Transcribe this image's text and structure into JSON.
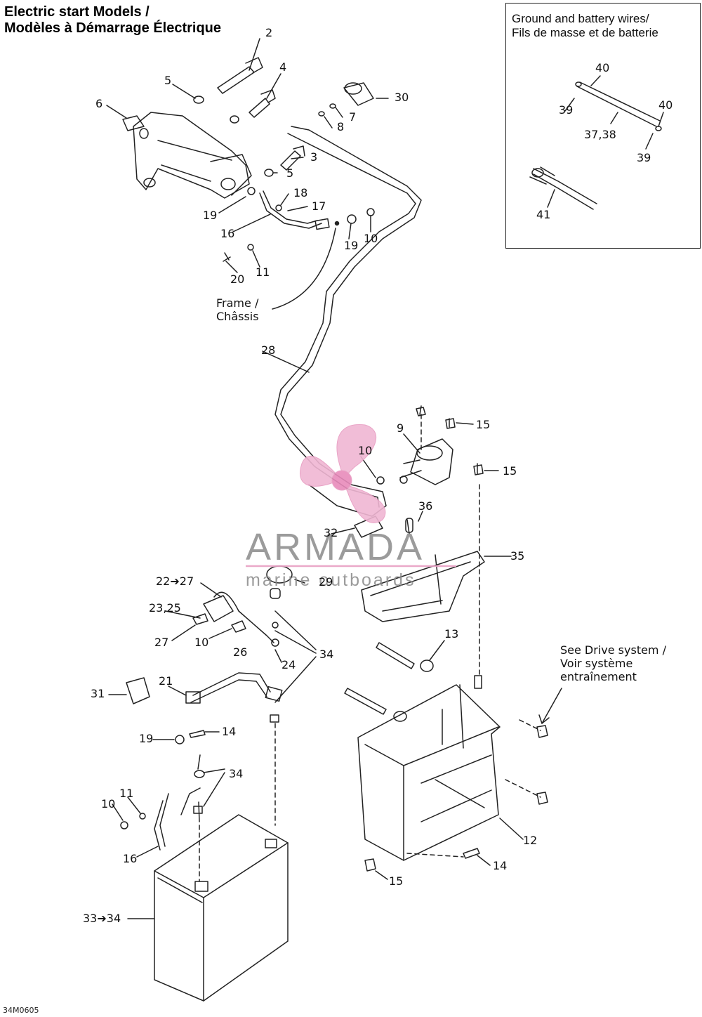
{
  "title": {
    "line1": "Electric start Models /",
    "line2": "Modèles à Démarrage Électrique"
  },
  "inset": {
    "title_line1": "Ground and battery wires/",
    "title_line2": "Fils de masse et de batterie",
    "labels": [
      "40",
      "39",
      "40",
      "37,38",
      "39",
      "41"
    ]
  },
  "notes": {
    "frame_line1": "Frame /",
    "frame_line2": "Châssis",
    "drive_line1": "See Drive system /",
    "drive_line2": "Voir système",
    "drive_line3": "entraînement"
  },
  "callouts": [
    "2",
    "4",
    "5",
    "6",
    "30",
    "7",
    "8",
    "3",
    "5",
    "18",
    "17",
    "19",
    "16",
    "19",
    "10",
    "20",
    "11",
    "28",
    "9",
    "15",
    "10",
    "15",
    "36",
    "32",
    "35",
    "29",
    "22➔27",
    "23,25",
    "27",
    "10",
    "26",
    "24",
    "34",
    "13",
    "21",
    "31",
    "19",
    "14",
    "34",
    "10",
    "11",
    "16",
    "12",
    "14",
    "15",
    "33➔34"
  ],
  "watermark": {
    "name": "ARMADA",
    "tagline": "marine outboards"
  },
  "figure_code": "34M0605",
  "colors": {
    "line": "#222222",
    "watermark_pink": "#e8a0c4",
    "watermark_gray": "#8a8a8a"
  }
}
